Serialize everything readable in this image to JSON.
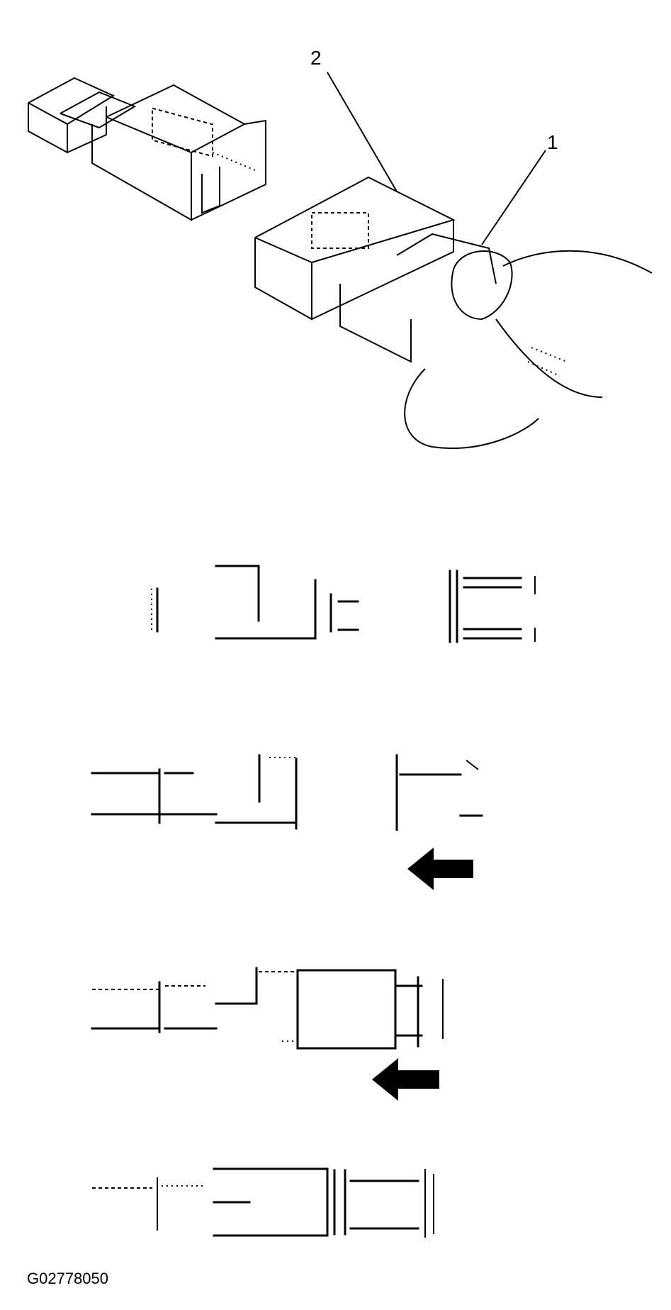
{
  "callouts": {
    "one": "1",
    "two": "2"
  },
  "figure_code": "G02778050"
}
